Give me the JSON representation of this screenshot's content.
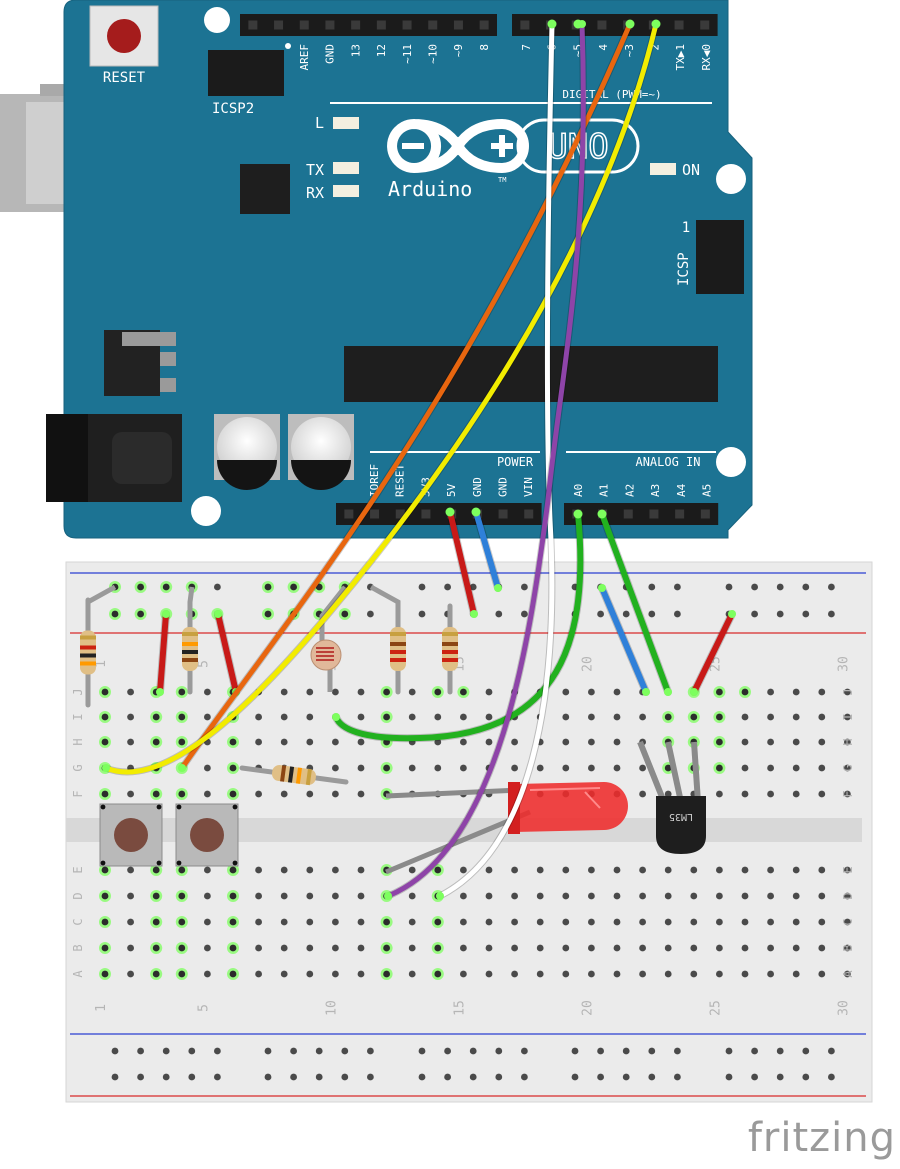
{
  "board": {
    "reset_label": "RESET",
    "icsp2_label": "ICSP2",
    "icsp_label": "ICSP",
    "icsp_pin1": "1",
    "brand_name": "Arduino",
    "trademark": "TM",
    "model": "UNO",
    "led_l": "L",
    "led_tx": "TX",
    "led_rx": "RX",
    "led_on": "ON",
    "digital_header_label": "DIGITAL (PWM=~)",
    "power_header_label": "POWER",
    "analog_header_label": "ANALOG IN",
    "digital_pins_left": [
      "AREF",
      "GND",
      "13",
      "12",
      "~11",
      "~10",
      "~9",
      "8"
    ],
    "digital_pins_right": [
      "7",
      "~6",
      "~5",
      "4",
      "~3",
      "2",
      "TX▶1",
      "RX◀0"
    ],
    "power_pins": [
      "IOREF",
      "RESET",
      "3V3",
      "5V",
      "GND",
      "GND",
      "VIN"
    ],
    "analog_pins": [
      "A0",
      "A1",
      "A2",
      "A3",
      "A4",
      "A5"
    ]
  },
  "breadboard": {
    "column_numbers": [
      "1",
      "5",
      "10",
      "15",
      "20",
      "25",
      "30"
    ],
    "row_letters_top": [
      "J",
      "I",
      "H",
      "G",
      "F"
    ],
    "row_letters_bottom": [
      "E",
      "D",
      "C",
      "B",
      "A"
    ]
  },
  "components": {
    "sensor_label": "LM35"
  },
  "footer": {
    "brand": "fritzing"
  },
  "colors": {
    "board": "#1c7393",
    "wire_orange": "#e8660f",
    "wire_yellow": "#f2ec00",
    "wire_white": "#ffffff",
    "wire_purple": "#8e44a8",
    "wire_green": "#22b11f",
    "wire_blue": "#2f80d9",
    "wire_red": "#c81a18",
    "led": "#ee2b2b"
  }
}
